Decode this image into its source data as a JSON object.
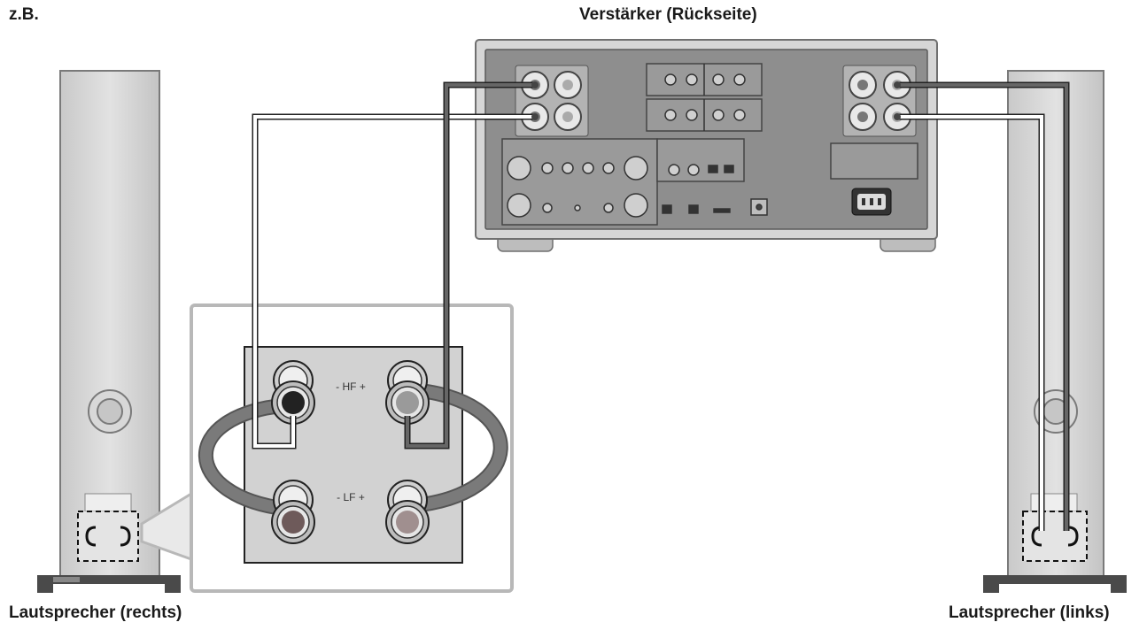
{
  "labels": {
    "example": "z.B.",
    "amplifier": "Verstärker (Rückseite)",
    "speaker_right": "Lautsprecher (rechts)",
    "speaker_left": "Lautsprecher (links)"
  },
  "terminals": {
    "hf": "- HF +",
    "lf": "- LF +"
  },
  "colors": {
    "wire_white": "#ffffff",
    "wire_dark": "#555555",
    "jumper": "#7a7a7a",
    "highlight_frame": "#b8b8b8"
  }
}
